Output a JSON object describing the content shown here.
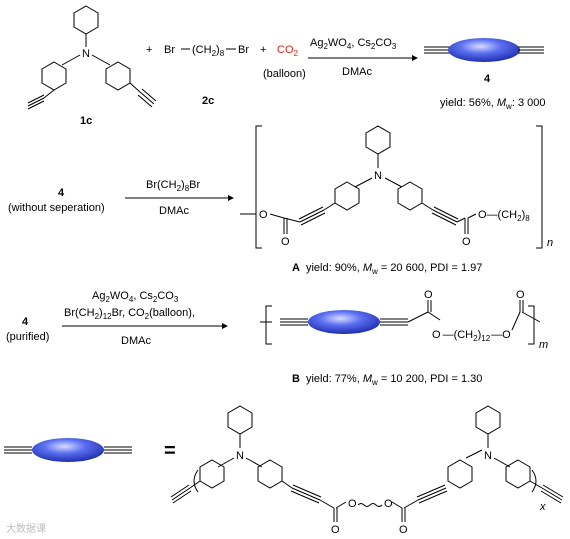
{
  "colors": {
    "ellipse_fill": "#3a4fd8",
    "ellipse_highlight": "#c9d2ff",
    "co2": "#e0201a"
  },
  "row1": {
    "reagent_1c": "1c",
    "reagent_2c": "2c",
    "plus": "+",
    "br_left": "Br",
    "ch2_unit": "(CH",
    "ch2_sub": "2",
    "ch2_close": ")",
    "ch2_n": "8",
    "br_right": "Br",
    "co2_label": "CO",
    "co2_sub": "2",
    "balloon": "(balloon)",
    "cond_top": "Ag",
    "cond_top_sub1": "2",
    "cond_top_mid": "WO",
    "cond_top_sub2": "4",
    "cond_top_rest": ", Cs",
    "cond_top_sub3": "2",
    "cond_top_end": "CO",
    "cond_top_sub4": "3",
    "cond_bottom": "DMAc",
    "product_label": "4",
    "yield": "yield: 56%, ",
    "mw_label": "M",
    "mw_sub": "w",
    "mw_value": ": 3 000"
  },
  "row2": {
    "start_label": "4",
    "start_note": "(without seperation)",
    "cond_top": "Br(CH",
    "cond_top_sub": "2",
    "cond_top_rest": ")",
    "cond_top_n": "8",
    "cond_top_end": "Br",
    "cond_bottom": "DMAc",
    "n_label": "n",
    "ester_o_right": "O",
    "ester_o_left": "O",
    "chain": "O—(CH",
    "chain_sub": "2",
    "chain_close": ")",
    "chain_n": "8",
    "carbonyl_o": "O",
    "n_atom": "N",
    "product_label": "A",
    "yield": "yield: 90%, ",
    "mw_label": "M",
    "mw_sub": "w",
    "mw_value": " = 20 600, PDI = 1.97"
  },
  "row3": {
    "start_label": "4",
    "start_note": "(purified)",
    "cond_line1": "Ag",
    "cond_line1_sub1": "2",
    "cond_line1_mid": "WO",
    "cond_line1_sub2": "4",
    "cond_line1_rest": ", Cs",
    "cond_line1_sub3": "2",
    "cond_line1_end": "CO",
    "cond_line1_sub4": "3",
    "cond_line2": "Br(CH",
    "cond_line2_sub": "2",
    "cond_line2_rest": ")",
    "cond_line2_n": "12",
    "cond_line2_end": "Br, CO",
    "cond_line2_sub2": "2",
    "cond_line2_tail": "(balloon),",
    "cond_bottom": "DMAc",
    "m_label": "m",
    "chain_o": "O",
    "chain": "(CH",
    "chain_sub": "2",
    "chain_close": ")",
    "chain_n": "12",
    "chain_o2": "O",
    "product_label": "B",
    "yield": "yield: 77%, ",
    "mw_label": "M",
    "mw_sub": "w",
    "mw_value": " = 10 200, PDI = 1.30"
  },
  "row4": {
    "equals": "=",
    "n_left": "N",
    "n_right": "N",
    "o_left": "O",
    "o_right": "O",
    "x_label": "x"
  },
  "watermark": "大数据课"
}
